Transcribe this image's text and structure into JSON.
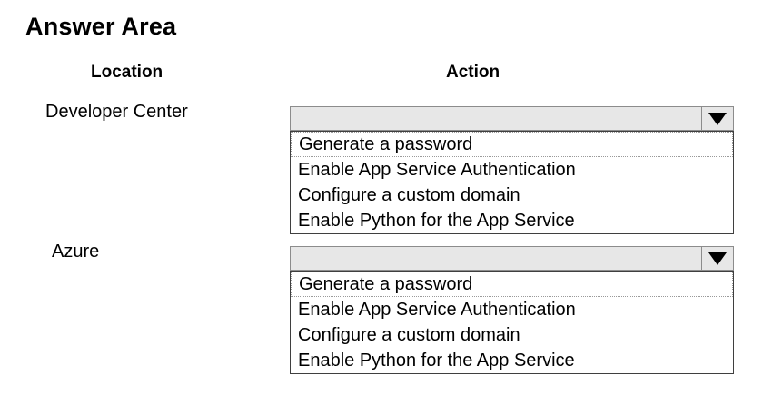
{
  "title": "Answer Area",
  "columns": {
    "location": "Location",
    "action": "Action"
  },
  "rows": [
    {
      "location": "Developer Center",
      "dropdown": {
        "selected_value": "",
        "options": [
          "Generate a password",
          "Enable App Service Authentication",
          "Configure a custom domain",
          "Enable Python for the App Service"
        ]
      }
    },
    {
      "location": "Azure",
      "dropdown": {
        "selected_value": "",
        "options": [
          "Generate a password",
          "Enable App Service Authentication",
          "Configure a custom domain",
          "Enable Python for the App Service"
        ]
      }
    }
  ],
  "icons": {
    "dropdown_arrow": "▼"
  },
  "colors": {
    "background": "#ffffff",
    "text": "#000000",
    "dropdown_bar_bg": "#e7e7e7",
    "dropdown_bar_border": "#8c8c8c",
    "dropdown_list_border": "#3f3f3f",
    "dropdown_arrow": "#000000",
    "focus_dotted_border": "#9a9a9a"
  }
}
